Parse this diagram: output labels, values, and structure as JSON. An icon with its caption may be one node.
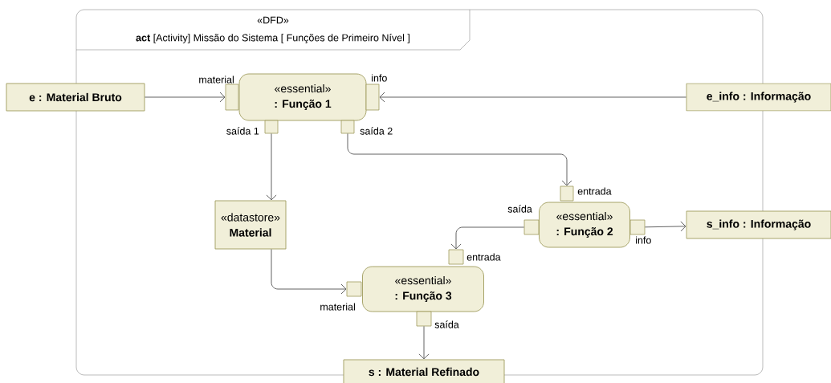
{
  "diagram": {
    "nodes": [
      {
        "text": [
          "«DFD»",
          "**act** [Activity] Missão do Sistema [ Funções de Primeiro Nível ]"
        ]
      },
      {
        "text": [
          "e : Material Bruto"
        ]
      },
      {
        "text": [
          "e_info : Informação"
        ]
      },
      {
        "text": [
          "«essential»",
          ": Função 1"
        ],
        "in": 0
      },
      {
        "text": [],
        "shape": "box",
        "beside": [
          "material"
        ],
        "in": 0
      },
      {
        "text": [],
        "shape": "box",
        "beside": [
          "info"
        ],
        "in": 0
      },
      {
        "text": [],
        "shape": "box",
        "beside": [
          "saída 1"
        ],
        "in": 0
      },
      {
        "text": [],
        "shape": "box",
        "beside": [
          "saída 2"
        ],
        "in": 0
      },
      {
        "text": [
          "«datastore»",
          "Material"
        ],
        "in": 0
      },
      {
        "text": [
          "«essential»",
          ": Função 2"
        ],
        "in": 0
      },
      {
        "text": [],
        "shape": "box",
        "beside": [
          "entrada"
        ],
        "in": 0
      },
      {
        "text": [],
        "shape": "box",
        "beside": [
          "saída"
        ],
        "in": 0
      },
      {
        "text": [],
        "shape": "box",
        "beside": [
          "info"
        ],
        "in": 0
      },
      {
        "text": [
          "s_info : Informação"
        ]
      },
      {
        "text": [
          "«essential»",
          ": Função 3"
        ],
        "in": 0
      },
      {
        "text": [],
        "shape": "box",
        "beside": [
          "entrada"
        ],
        "in": 0
      },
      {
        "text": [],
        "shape": "box",
        "beside": [
          "material"
        ],
        "in": 0
      },
      {
        "text": [],
        "shape": "box",
        "beside": [
          "saída"
        ],
        "in": 0
      },
      {
        "text": [
          "s : Material Refinado"
        ]
      }
    ],
    "edges": [
      {
        "from": 1,
        "to": 4,
        "arrow": "to"
      },
      {
        "from": 2,
        "to": 5,
        "arrow": "to"
      },
      {
        "from": 6,
        "to": 8,
        "arrow": "to"
      },
      {
        "from": 7,
        "to": 10,
        "arrow": "to"
      },
      {
        "from": 11,
        "to": 15,
        "arrow": "to"
      },
      {
        "from": 12,
        "to": 13,
        "arrow": "to"
      },
      {
        "from": 8,
        "to": 16,
        "arrow": "to"
      },
      {
        "from": 17,
        "to": 18,
        "arrow": "to"
      }
    ]
  }
}
